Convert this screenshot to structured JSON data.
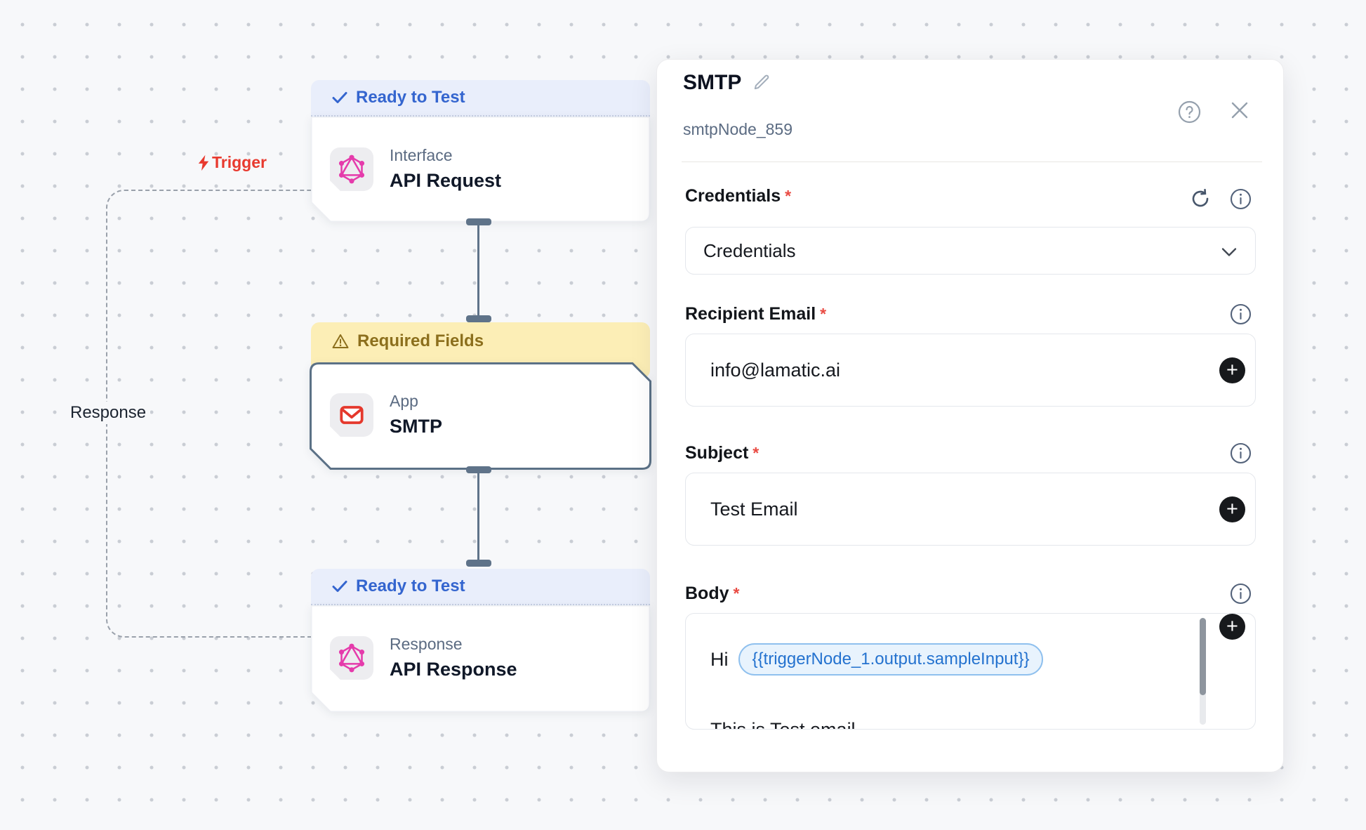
{
  "canvas": {
    "trigger_label": "Trigger",
    "response_label": "Response",
    "nodes": [
      {
        "badge": "Ready to Test",
        "badge_type": "ready",
        "category": "Interface",
        "title": "API Request",
        "icon": "graphql-icon"
      },
      {
        "badge": "Required Fields",
        "badge_type": "warning",
        "category": "App",
        "title": "SMTP",
        "icon": "email-icon"
      },
      {
        "badge": "Ready to Test",
        "badge_type": "ready",
        "category": "Response",
        "title": "API Response",
        "icon": "graphql-icon"
      }
    ]
  },
  "panel": {
    "title": "SMTP",
    "subtitle": "smtpNode_859",
    "header_icons": [
      "edit-pencil-icon",
      "help-icon",
      "close-icon"
    ],
    "fields": {
      "credentials": {
        "label": "Credentials",
        "required": "*",
        "value": "Credentials",
        "icons": [
          "refresh-icon",
          "info-icon",
          "chevron-down-icon"
        ]
      },
      "recipient": {
        "label": "Recipient Email",
        "required": "*",
        "value": "info@lamatic.ai",
        "icons": [
          "info-icon",
          "plus-icon"
        ]
      },
      "subject": {
        "label": "Subject",
        "required": "*",
        "value": "Test Email",
        "icons": [
          "info-icon",
          "plus-icon"
        ]
      },
      "body": {
        "label": "Body",
        "required": "*",
        "prefix": "Hi",
        "chip": "{{triggerNode_1.output.sampleInput}}",
        "overflow_text": "This is Test email",
        "icons": [
          "info-icon",
          "plus-icon"
        ]
      }
    }
  },
  "colors": {
    "accent_blue": "#3465cf",
    "ready_badge_bg": "#e9eefb",
    "warning_badge_bg": "#fceeb6",
    "warning_text": "#8c6f1d",
    "trigger_red": "#e8392e",
    "graphql_pink": "#e53bab",
    "mail_red": "#e5382c",
    "selected_border_slate": "#5b7186",
    "chip_bg": "#e8f3fd",
    "chip_border": "#8fc0ee",
    "chip_text": "#2472cf",
    "canvas_bg": "#f7f8fa"
  }
}
